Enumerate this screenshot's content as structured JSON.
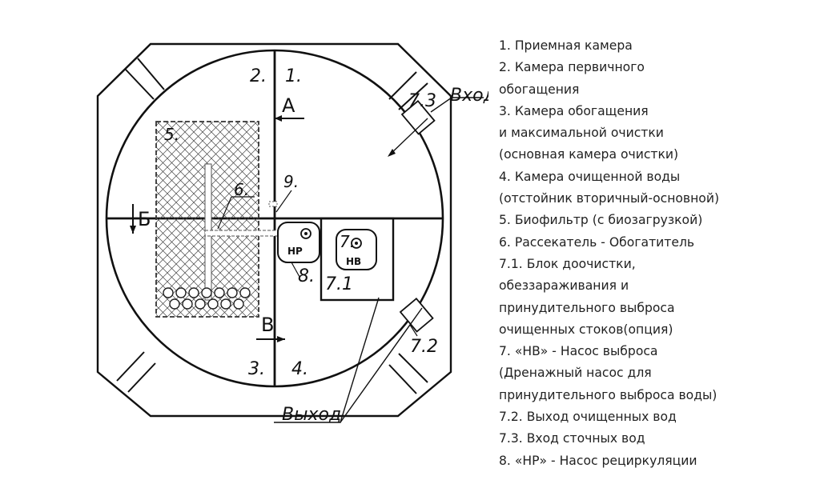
{
  "diagram": {
    "section_a": "А",
    "section_b_top": "Б",
    "section_b_bottom": "В",
    "tag_1": "1.",
    "tag_2": "2.",
    "tag_3": "3.",
    "tag_4": "4.",
    "tag_5": "5.",
    "tag_6": "6.",
    "tag_7": "7.",
    "tag_71": "7.1",
    "tag_72": "7.2",
    "tag_73": "7.3",
    "tag_8": "8.",
    "tag_9": "9.",
    "pump_hp": "НР",
    "pump_hv": "НВ",
    "inlet_label": "Вход",
    "outlet_label": "Выход"
  },
  "legend": [
    "1. Приемная камера",
    "2. Камера первичного",
    "обогащения",
    "3. Камера обогащения",
    "и максимальной очистки",
    "(основная камера очистки)",
    "4. Камера очищенной воды",
    "(отстойник вторичный-основной)",
    "5. Биофильтр (с биозагрузкой)",
    "6. Рассекатель - Обогатитель",
    "7.1. Блок доочистки,",
    "обеззараживания и",
    "принудительного выброса",
    "очищенных стоков(опция)",
    "7. «НВ» - Насос выброса",
    "(Дренажный насос для",
    "принудительного выброса воды)",
    "7.2. Выход очищенных вод",
    "7.3. Вход сточных вод",
    "8. «НР» - Насос рециркуляции"
  ]
}
